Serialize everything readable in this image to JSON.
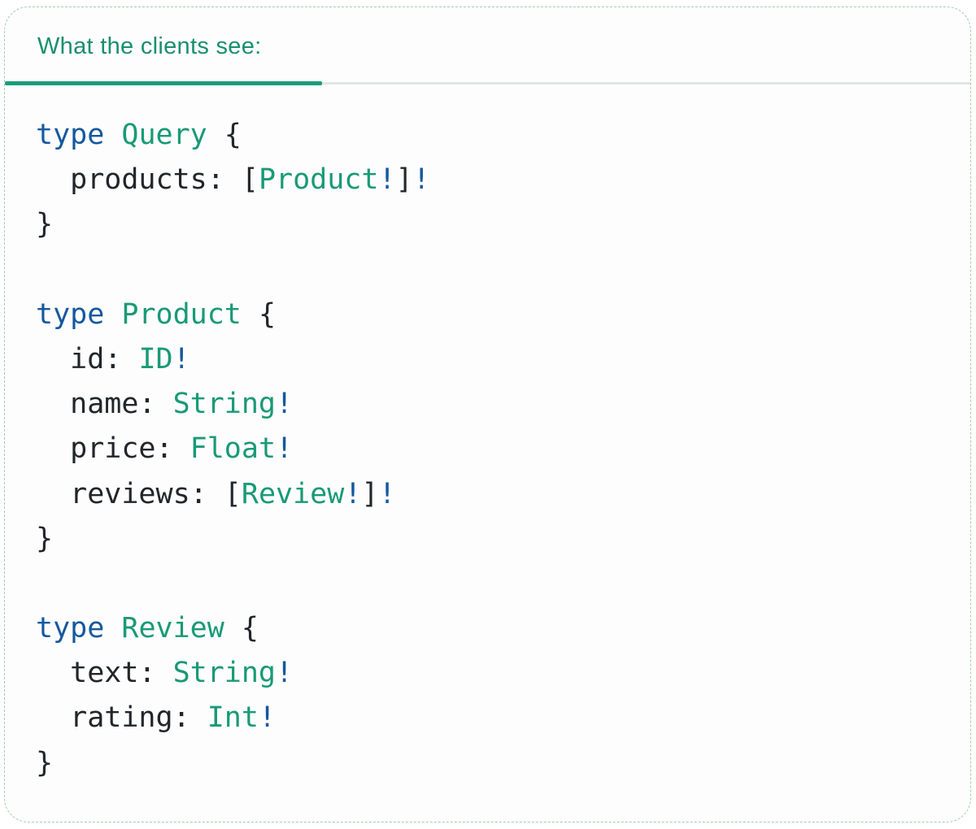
{
  "panel": {
    "tab_label": "What the clients see:"
  },
  "colors": {
    "green": "#189a76",
    "blue": "#15589e",
    "code_text": "#21262b",
    "tab_text": "#1a8f6d",
    "tab_underline": "#1b9c7a",
    "divider": "#e3e4e5",
    "card_border": "#9fcfae",
    "card_bg": "#fdfdfd"
  },
  "code": {
    "language": "graphql",
    "lines": [
      {
        "tokens": [
          {
            "t": "type",
            "c": "kw"
          },
          {
            "t": " ",
            "c": "pl"
          },
          {
            "t": "Query",
            "c": "ty"
          },
          {
            "t": " {",
            "c": "pl"
          }
        ]
      },
      {
        "tokens": [
          {
            "t": "  products: [",
            "c": "pl"
          },
          {
            "t": "Product",
            "c": "ty"
          },
          {
            "t": "!",
            "c": "bg"
          },
          {
            "t": "]",
            "c": "pl"
          },
          {
            "t": "!",
            "c": "bg"
          }
        ]
      },
      {
        "tokens": [
          {
            "t": "}",
            "c": "pl"
          }
        ]
      },
      {
        "tokens": []
      },
      {
        "tokens": [
          {
            "t": "type",
            "c": "kw"
          },
          {
            "t": " ",
            "c": "pl"
          },
          {
            "t": "Product",
            "c": "ty"
          },
          {
            "t": " {",
            "c": "pl"
          }
        ]
      },
      {
        "tokens": [
          {
            "t": "  id: ",
            "c": "pl"
          },
          {
            "t": "ID",
            "c": "ty"
          },
          {
            "t": "!",
            "c": "bg"
          }
        ]
      },
      {
        "tokens": [
          {
            "t": "  name: ",
            "c": "pl"
          },
          {
            "t": "String",
            "c": "ty"
          },
          {
            "t": "!",
            "c": "bg"
          }
        ]
      },
      {
        "tokens": [
          {
            "t": "  price: ",
            "c": "pl"
          },
          {
            "t": "Float",
            "c": "ty"
          },
          {
            "t": "!",
            "c": "bg"
          }
        ]
      },
      {
        "tokens": [
          {
            "t": "  reviews: [",
            "c": "pl"
          },
          {
            "t": "Review",
            "c": "ty"
          },
          {
            "t": "!",
            "c": "bg"
          },
          {
            "t": "]",
            "c": "pl"
          },
          {
            "t": "!",
            "c": "bg"
          }
        ]
      },
      {
        "tokens": [
          {
            "t": "}",
            "c": "pl"
          }
        ]
      },
      {
        "tokens": []
      },
      {
        "tokens": [
          {
            "t": "type",
            "c": "kw"
          },
          {
            "t": " ",
            "c": "pl"
          },
          {
            "t": "Review",
            "c": "ty"
          },
          {
            "t": " {",
            "c": "pl"
          }
        ]
      },
      {
        "tokens": [
          {
            "t": "  text: ",
            "c": "pl"
          },
          {
            "t": "String",
            "c": "ty"
          },
          {
            "t": "!",
            "c": "bg"
          }
        ]
      },
      {
        "tokens": [
          {
            "t": "  rating: ",
            "c": "pl"
          },
          {
            "t": "Int",
            "c": "ty"
          },
          {
            "t": "!",
            "c": "bg"
          }
        ]
      },
      {
        "tokens": [
          {
            "t": "}",
            "c": "pl"
          }
        ]
      }
    ]
  }
}
